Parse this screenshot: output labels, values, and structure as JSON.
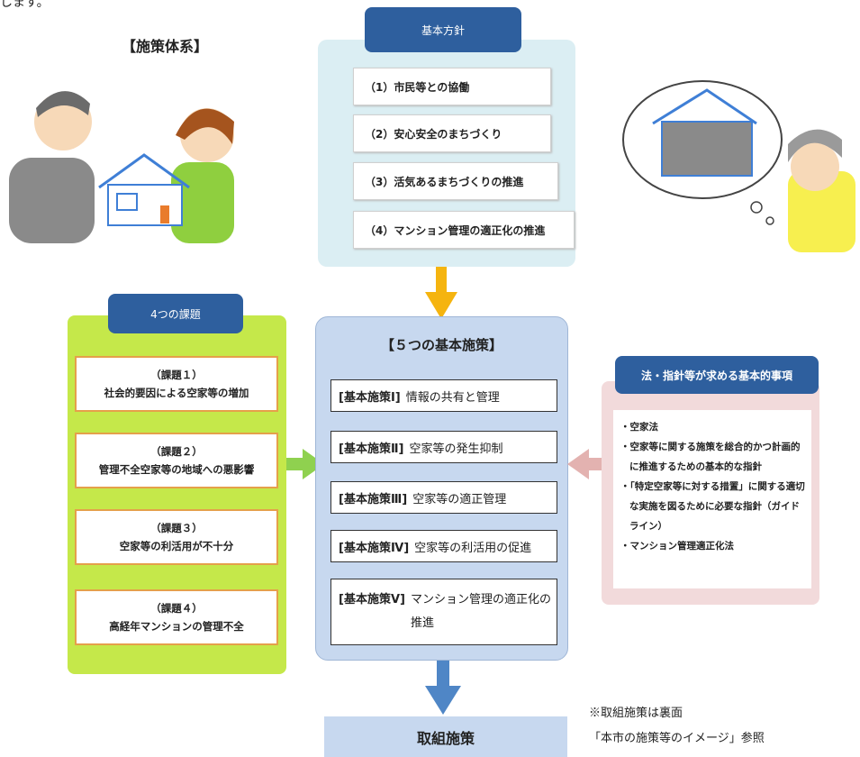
{
  "top_fragment": "します。",
  "title": "【施策体系】",
  "basic_policy": {
    "tab_label": "基本方針",
    "items": [
      "（1）市民等との協働",
      "（2）安心安全のまちづくり",
      "（3）活気あるまちづくりの推進",
      "（4）マンション管理の適正化の推進"
    ]
  },
  "issues": {
    "tab_label": "4つの課題",
    "items": [
      {
        "num": "（課題１）",
        "text": "社会的要因による空家等の増加"
      },
      {
        "num": "（課題２）",
        "text": "管理不全空家等の地域への悪影響"
      },
      {
        "num": "（課題３）",
        "text": "空家等の利活用が不十分"
      },
      {
        "num": "（課題４）",
        "text": "高経年マンションの管理不全"
      }
    ]
  },
  "measures": {
    "title": "【５つの基本施策】",
    "items": [
      {
        "tag": "[基本施策Ⅰ]",
        "text": "情報の共有と管理"
      },
      {
        "tag": "[基本施策Ⅱ]",
        "text": "空家等の発生抑制"
      },
      {
        "tag": "[基本施策Ⅲ]",
        "text": "空家等の適正管理"
      },
      {
        "tag": "[基本施策Ⅳ]",
        "text": "空家等の利活用の促進"
      },
      {
        "tag": "[基本施策Ⅴ]",
        "text": "マンション管理の適正化の推進"
      }
    ]
  },
  "law": {
    "tab_label": "法・指針等が求める基本的事項",
    "items": [
      "・空家法",
      "・空家等に関する施策を総合的かつ計画的に推進するための基本的な指針",
      "・「特定空家等に対する措置」に関する適切な実施を図るために必要な指針（ガイドライン）",
      "・マンション管理適正化法"
    ]
  },
  "result": "取組施策",
  "notes": [
    "※取組施策は裏面",
    "「本市の施策等のイメージ」参照"
  ],
  "colors": {
    "tab_blue": "#2e5f9e",
    "policy_bg": "#dbeef3",
    "issues_bg": "#c5e84a",
    "measures_bg": "#c7d8ef",
    "law_bg": "#f2dadb",
    "arrow_orange": "#f5b40f",
    "arrow_green": "#8fd14f",
    "arrow_pink": "#e3b2b0",
    "arrow_blue": "#4f86c6"
  }
}
